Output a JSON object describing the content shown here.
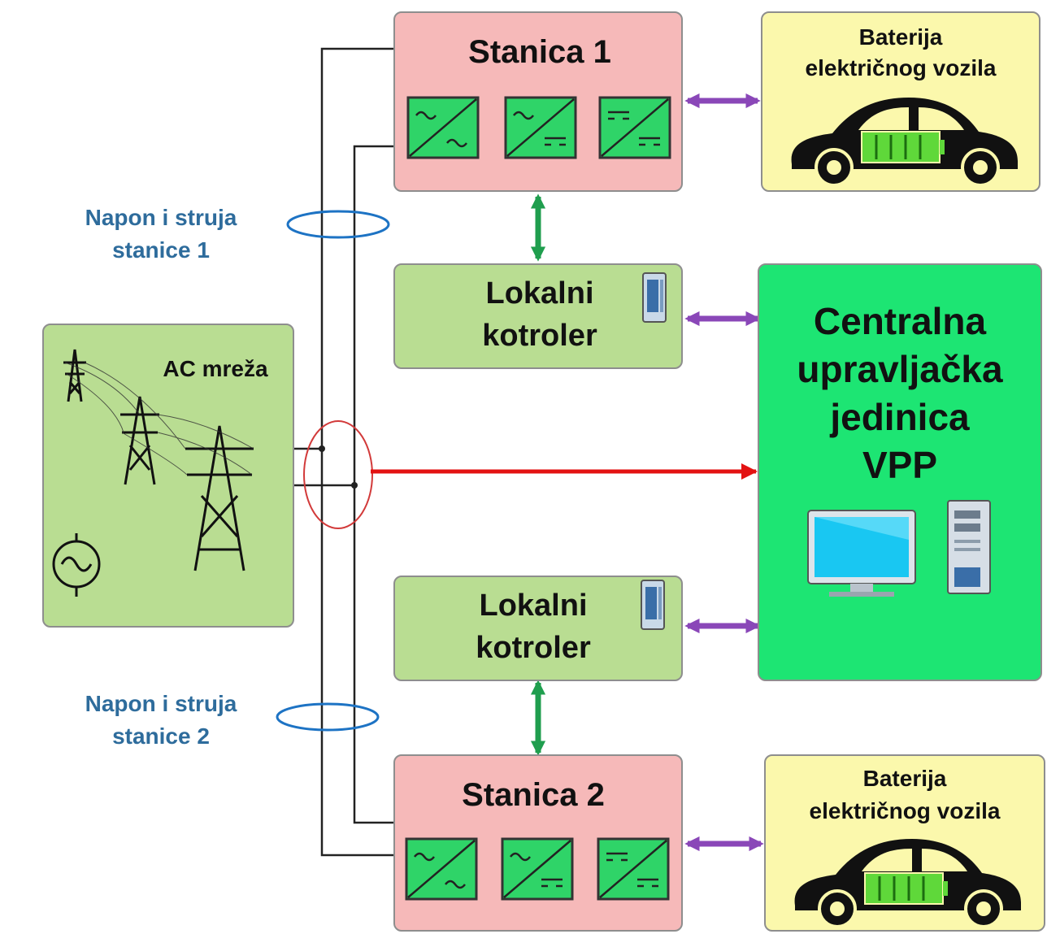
{
  "station1": {
    "title": "Stanica 1"
  },
  "station2": {
    "title": "Stanica 2"
  },
  "battery1": {
    "label_line1": "Baterija",
    "label_line2": "električnog vozila"
  },
  "battery2": {
    "label_line1": "Baterija",
    "label_line2": "električnog vozila"
  },
  "local1": {
    "label_line1": "Lokalni",
    "label_line2": "kotroler"
  },
  "local2": {
    "label_line1": "Lokalni",
    "label_line2": "kotroler"
  },
  "central": {
    "line1": "Centralna",
    "line2": "upravljačka",
    "line3": "jedinica",
    "line4": "VPP"
  },
  "grid": {
    "label": "AC mreža"
  },
  "measure1": {
    "line1": "Napon i struja",
    "line2": "stanice 1"
  },
  "measure2": {
    "line1": "Napon i struja",
    "line2": "stanice 2"
  },
  "colors": {
    "station": "#f6b9b9",
    "controller": "#b9dd92",
    "battery": "#fbf8ac",
    "central": "#1de573",
    "vertical_arrow": "#1f9e4e",
    "horizontal_arrow": "#8a47b8",
    "measurement_arrow": "#e31212",
    "measurement_label": "#2e6c9c"
  }
}
